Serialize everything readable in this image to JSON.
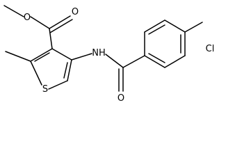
{
  "molecule": {
    "atom_labels": {
      "ester_oxygen": "O",
      "carbonyl_oxygen_ester": "O",
      "ring_sulfur": "S",
      "amide_nitrogen": "NH",
      "amide_oxygen": "O",
      "chlorine": "Cl"
    },
    "colors": {
      "bond": "#000000",
      "text": "#000000",
      "background": "#ffffff"
    }
  }
}
